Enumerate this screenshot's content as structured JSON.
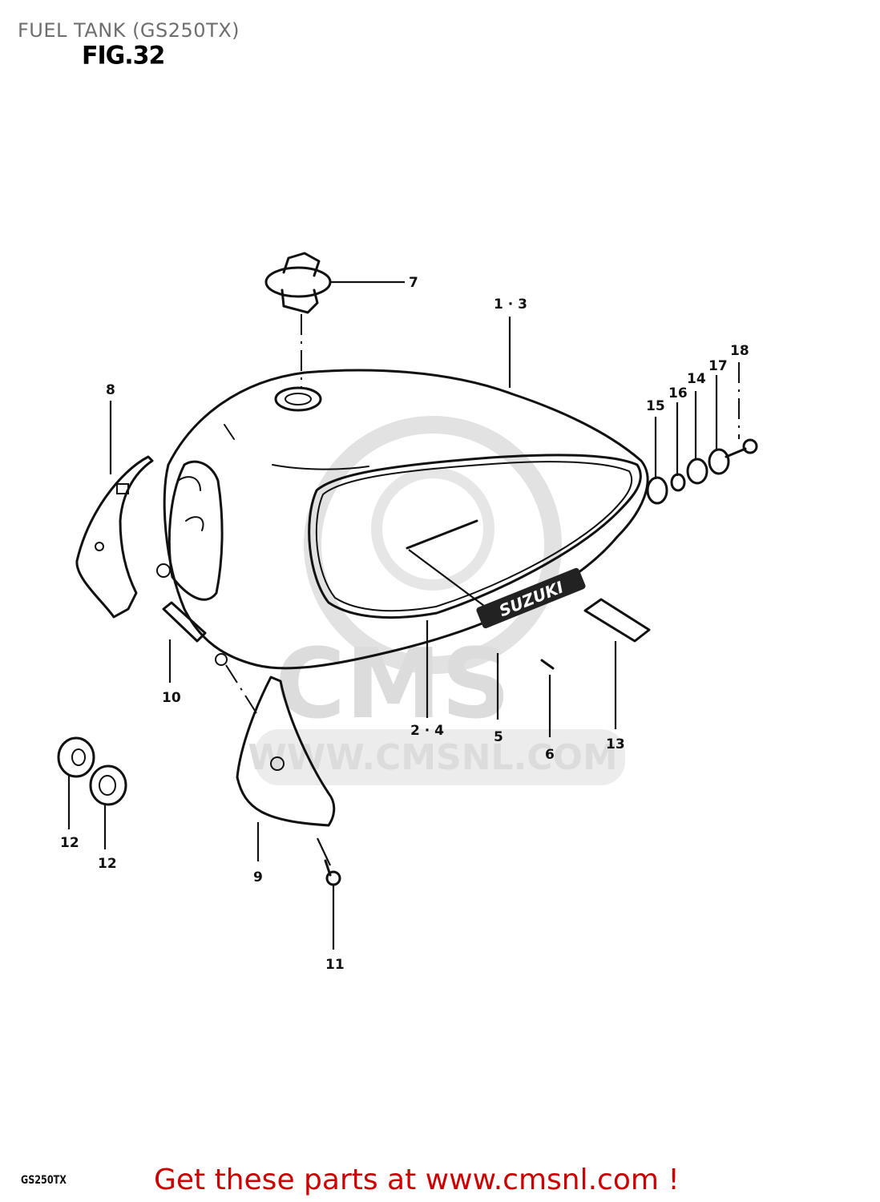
{
  "header": {
    "title": "FUEL TANK (GS250TX)",
    "figure": "FIG.32"
  },
  "watermark": {
    "logo_text": "CMS",
    "url_text": "WWW.CMSNL.COM"
  },
  "emblem_text": "SUZUKI",
  "callouts": [
    {
      "id": "c7",
      "label": "7"
    },
    {
      "id": "c1_3",
      "label": "1 · 3"
    },
    {
      "id": "c8",
      "label": "8"
    },
    {
      "id": "c15",
      "label": "15"
    },
    {
      "id": "c16",
      "label": "16"
    },
    {
      "id": "c14",
      "label": "14"
    },
    {
      "id": "c17",
      "label": "17"
    },
    {
      "id": "c18",
      "label": "18"
    },
    {
      "id": "c10",
      "label": "10"
    },
    {
      "id": "c2_4",
      "label": "2 · 4"
    },
    {
      "id": "c5",
      "label": "5"
    },
    {
      "id": "c6",
      "label": "6"
    },
    {
      "id": "c13",
      "label": "13"
    },
    {
      "id": "c12a",
      "label": "12"
    },
    {
      "id": "c12b",
      "label": "12"
    },
    {
      "id": "c9",
      "label": "9"
    },
    {
      "id": "c11",
      "label": "11"
    }
  ],
  "footer": {
    "model": "GS250TX",
    "promo": "Get these parts at www.cmsnl.com !",
    "promo_color": "#cc0000"
  }
}
